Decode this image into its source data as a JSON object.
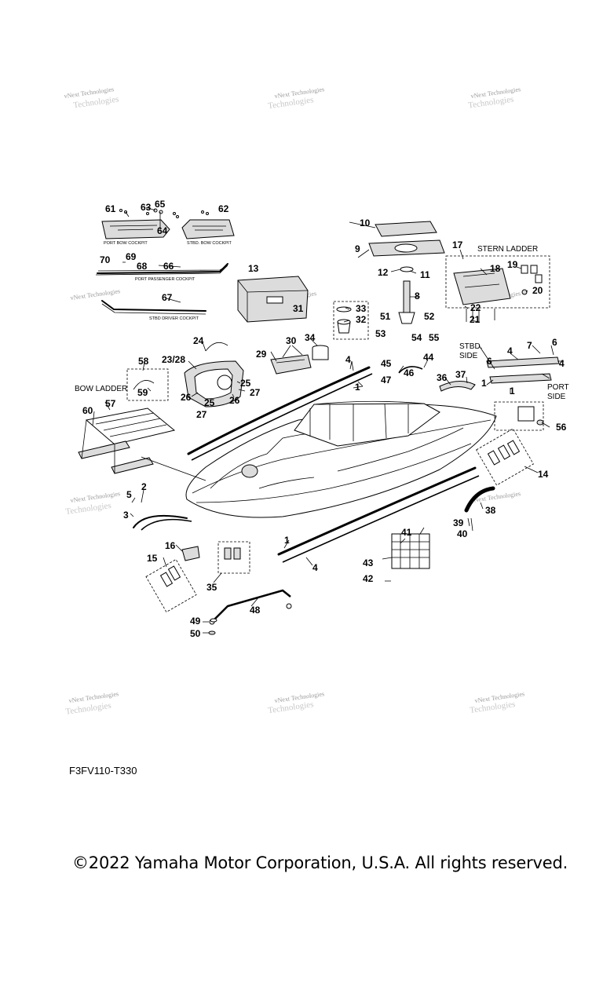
{
  "watermark": {
    "line1": "vNext Technologies",
    "line2": "Technologies"
  },
  "labels": {
    "port_bow_cockpit": "PORT BOW COCKPIT",
    "stbd_bow_cockpit": "STBD. BOW COCKPIT",
    "port_passenger_cockpit": "PORT PASSENGER COCKPIT",
    "stbd_driver_cockpit": "STBD DRIVER COCKPIT",
    "stern_ladder": "STERN LADDER",
    "bow_ladder": "BOW LADDER",
    "stbd_side_1": "STBD.",
    "stbd_side_2": "SIDE",
    "port_side_1": "PORT",
    "port_side_2": "SIDE"
  },
  "callouts": {
    "n1a": "1",
    "n1b": "1",
    "n1c": "1",
    "n2": "2",
    "n3": "3",
    "n4a": "4",
    "n4b": "4",
    "n4c": "4",
    "n4d": "4",
    "n5": "5",
    "n6a": "6",
    "n6b": "6",
    "n7": "7",
    "n8": "8",
    "n9": "9",
    "n10": "10",
    "n11": "11",
    "n12": "12",
    "n13": "13",
    "n14": "14",
    "n15": "15",
    "n16": "16",
    "n17": "17",
    "n18": "18",
    "n19": "19",
    "n20": "20",
    "n21": "21",
    "n22": "22",
    "n23_28": "23/28",
    "n24": "24",
    "n25a": "25",
    "n25b": "25",
    "n26a": "26",
    "n26b": "26",
    "n27a": "27",
    "n27b": "27",
    "n29": "29",
    "n30": "30",
    "n31": "31",
    "n32": "32",
    "n33": "33",
    "n34": "34",
    "n35": "35",
    "n36": "36",
    "n37": "37",
    "n38": "38",
    "n39": "39",
    "n40": "40",
    "n41": "41",
    "n42": "42",
    "n43": "43",
    "n44": "44",
    "n45": "45",
    "n46": "46",
    "n47": "47",
    "n48": "48",
    "n49": "49",
    "n50": "50",
    "n51": "51",
    "n52": "52",
    "n53": "53",
    "n54": "54",
    "n55": "55",
    "n56": "56",
    "n57": "57",
    "n58": "58",
    "n59": "59",
    "n60": "60",
    "n61": "61",
    "n62": "62",
    "n63": "63",
    "n64": "64",
    "n65": "65",
    "n66": "66",
    "n67": "67",
    "n68": "68",
    "n69": "69",
    "n70": "70"
  },
  "diagram_code": "F3FV110-T330",
  "copyright": "©2022 Yamaha Motor Corporation, U.S.A. All rights reserved."
}
